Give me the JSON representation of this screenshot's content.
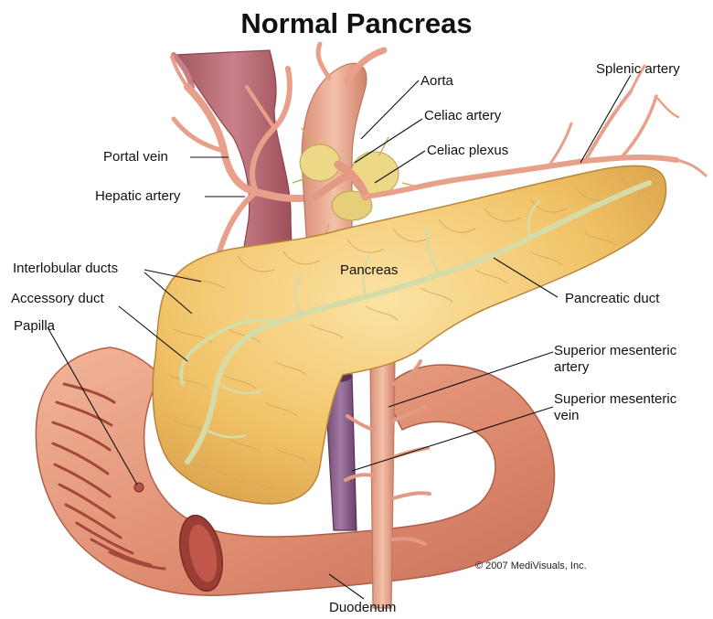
{
  "title": "Normal Pancreas",
  "labels": {
    "aorta": "Aorta",
    "splenic_artery": "Splenic artery",
    "celiac_artery": "Celiac artery",
    "celiac_plexus": "Celiac plexus",
    "portal_vein": "Portal vein",
    "hepatic_artery": "Hepatic artery",
    "interlobular_ducts": "Interlobular ducts",
    "accessory_duct": "Accessory duct",
    "papilla": "Papilla",
    "pancreas": "Pancreas",
    "pancreatic_duct": "Pancreatic duct",
    "sma_line1": "Superior mesenteric",
    "sma_line2": "artery",
    "smv_line1": "Superior mesenteric",
    "smv_line2": "vein",
    "duodenum": "Duodenum"
  },
  "copyright": "© 2007 MediVisuals, Inc.",
  "colors": {
    "pancreas": "#f2c46a",
    "pancreas_light": "#f9dc94",
    "duodenum": "#e79a7c",
    "artery": "#e4967e",
    "portal_vein": "#b86a70",
    "sm_vein": "#8a5a86",
    "plexus": "#e8d67a",
    "duct": "#d6dca8"
  }
}
